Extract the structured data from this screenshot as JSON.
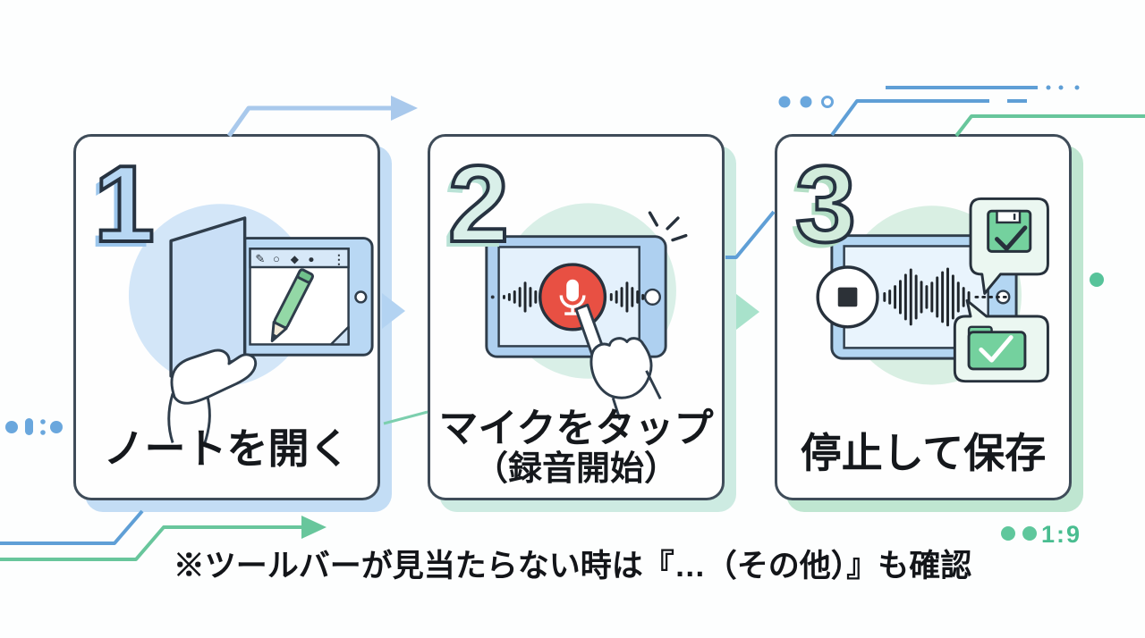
{
  "steps": [
    {
      "number": "1",
      "label": "ノートを開く",
      "circle_color": "#d3e6f8",
      "number_fill": "#b7d7f3",
      "card_shadow": "#c3ddf5",
      "toolbar_icons": [
        {
          "name": "pen-icon",
          "glyph": "✎"
        },
        {
          "name": "lasso-icon",
          "glyph": "○"
        },
        {
          "name": "eraser-icon",
          "glyph": "◆"
        },
        {
          "name": "ink-icon",
          "glyph": "●"
        },
        {
          "name": "more-icon",
          "glyph": "⋮"
        }
      ]
    },
    {
      "number": "2",
      "label": "マイクをタップ",
      "sublabel": "（録音開始）",
      "circle_color": "#d9efe7",
      "number_fill": "#d9efe9",
      "card_shadow": "#cdebe2",
      "mic_button_color": "#e85043"
    },
    {
      "number": "3",
      "label": "停止して保存",
      "circle_color": "#d9efe3",
      "number_fill": "#d2ecdc",
      "card_shadow": "#bfe6d1"
    }
  ],
  "footnote": "※ツールバーが見当たらない時は『…（その他）』も確認",
  "decor": {
    "bottom_right_ratio": "1:9",
    "blue_line": "#5f9fd6",
    "green_line": "#68c69c",
    "light_blue_arrow": "#a9c9ec",
    "blue_gap_arrow": "#b3d3f2",
    "mint_gap_arrow": "#a8e2cb",
    "green_dot": "#5fc79c",
    "blue_dot": "#6aa7dd"
  }
}
